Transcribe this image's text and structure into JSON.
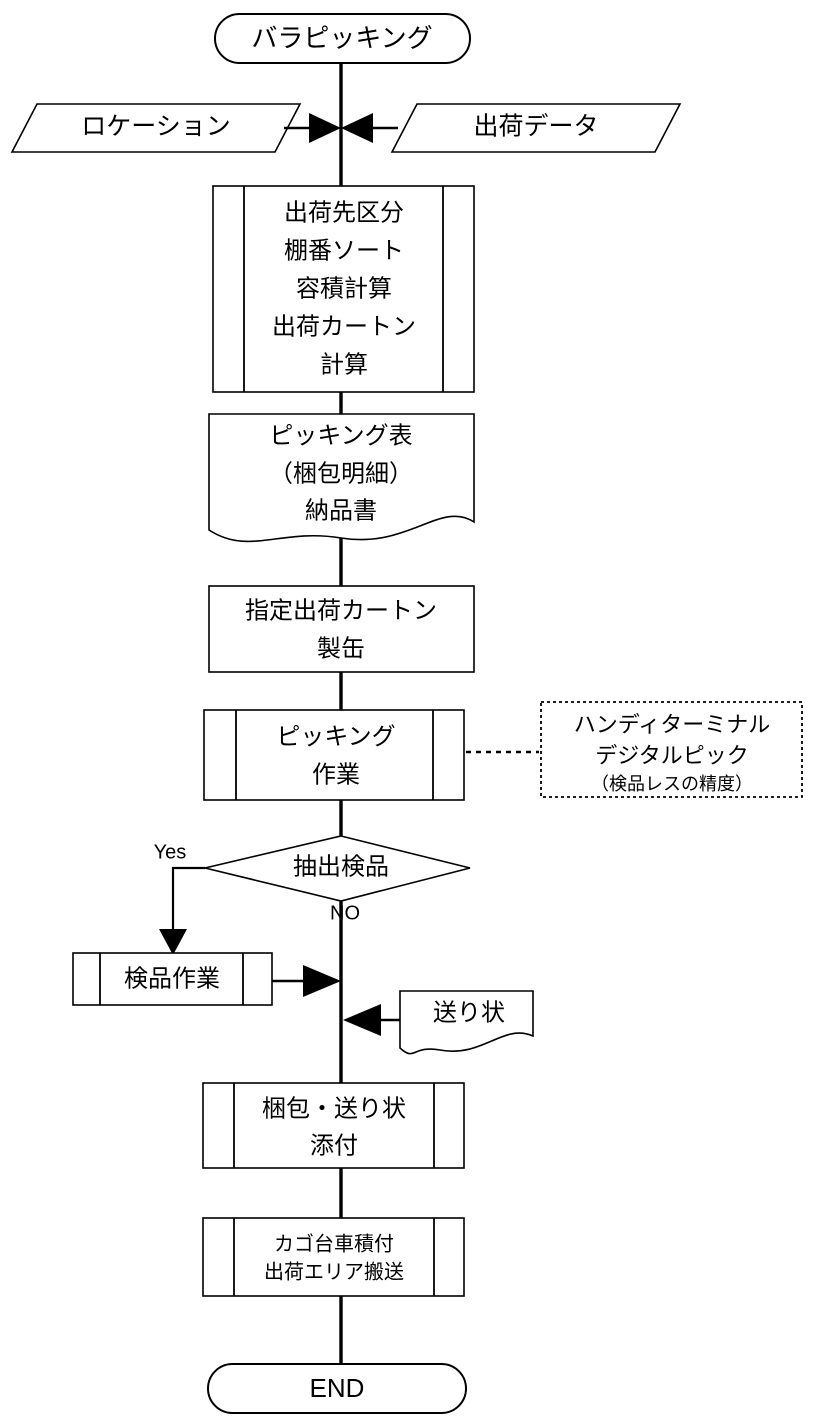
{
  "diagram": {
    "title_node": "バラピッキング",
    "end_node": "END",
    "nodes": {
      "start": {
        "id": "start",
        "shape": "terminator",
        "label": "バラピッキング"
      },
      "input_location": {
        "id": "input-location",
        "shape": "parallelogram",
        "label": "ロケーション"
      },
      "input_shipping_data": {
        "id": "input-shipping-data",
        "shape": "parallelogram",
        "label": "出荷データ"
      },
      "sorting_process": {
        "id": "sorting-process",
        "shape": "predefined-process",
        "lines": [
          "出荷先区分",
          "棚番ソート",
          "容積計算",
          "出荷カートン",
          "計算"
        ]
      },
      "picking_documents": {
        "id": "picking-documents",
        "shape": "document",
        "lines": [
          "ピッキング表",
          "（梱包明細）",
          "納品書"
        ]
      },
      "carton_making": {
        "id": "carton-making",
        "shape": "process",
        "lines": [
          "指定出荷カートン",
          "製缶"
        ]
      },
      "picking_work": {
        "id": "picking-work",
        "shape": "predefined-process",
        "lines": [
          "ピッキング",
          "作業"
        ]
      },
      "handy_terminal_note": {
        "id": "handy-terminal-note",
        "shape": "dotted-annotation",
        "lines": [
          "ハンディターミナル",
          "デジタルピック",
          "（検品レスの精度）"
        ]
      },
      "sampling_inspection": {
        "id": "sampling-inspection",
        "shape": "decision",
        "label": "抽出検品",
        "branch_yes": "Yes",
        "branch_no": "NO"
      },
      "inspection_work": {
        "id": "inspection-work",
        "shape": "predefined-process",
        "lines": [
          "検品作業"
        ]
      },
      "invoice_doc": {
        "id": "invoice-doc",
        "shape": "document",
        "lines": [
          "送り状"
        ]
      },
      "packing_attach": {
        "id": "packing-attach",
        "shape": "predefined-process",
        "lines": [
          "梱包・送り状",
          "添付"
        ]
      },
      "cart_loading": {
        "id": "cart-loading",
        "shape": "predefined-process",
        "lines": [
          "カゴ台車積付",
          "出荷エリア搬送"
        ]
      },
      "end": {
        "id": "end",
        "shape": "terminator",
        "label": "END"
      }
    },
    "colors": {
      "stroke": "#000000",
      "fill": "#ffffff",
      "text": "#000000"
    }
  }
}
